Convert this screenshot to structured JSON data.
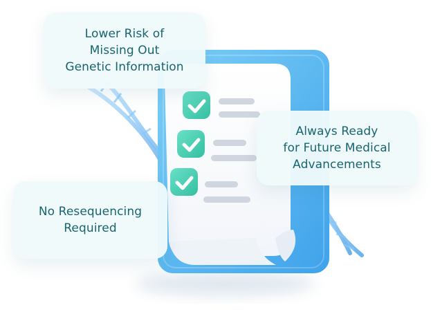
{
  "cards": {
    "top": "Lower Risk of\nMissing Out\nGenetic Information",
    "right": "Always Ready\nfor Future Medical\nAdvancements",
    "left": "No Resequencing\nRequired"
  },
  "colors": {
    "text": "#17646f",
    "card_background": "#effafb",
    "clipboard_blue": "#58b6f0",
    "check_green": "#55d5b8",
    "line_gray": "#cfd6df",
    "dna_blue": "#7ebef2"
  },
  "illustration": {
    "check_icons": [
      "check-icon",
      "check-icon",
      "check-icon"
    ]
  }
}
